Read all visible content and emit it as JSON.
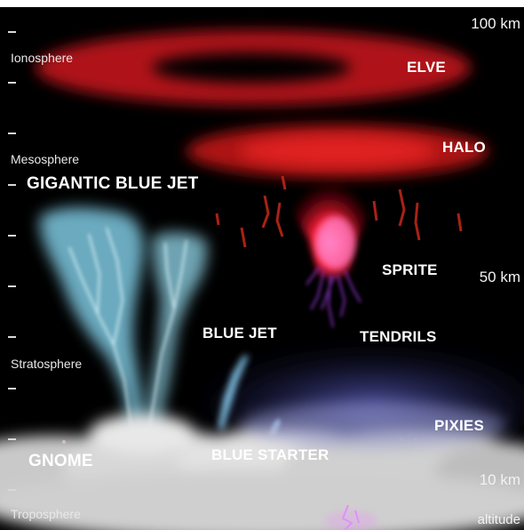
{
  "altitude_labels": {
    "top": "100 km",
    "middle": "50 km",
    "bottom": "10 km",
    "axis": "altitude"
  },
  "layers": {
    "ionosphere": "Ionosphere",
    "mesosphere": "Mesosphere",
    "stratosphere": "Stratosphere",
    "troposphere": "Troposphere"
  },
  "phenomena": {
    "elve": "ELVE",
    "halo": "HALO",
    "gigantic_blue_jet": "GIGANTIC BLUE JET",
    "sprite": "SPRITE",
    "blue_jet": "BLUE JET",
    "tendrils": "TENDRILS",
    "pixies": "PIXIES",
    "gnome": "GNOME",
    "blue_starter": "BLUE STARTER"
  },
  "colors": {
    "sky": "#000000",
    "elve_halo_red": "#d0161a",
    "sprite_red": "#ff1a2e",
    "jet_blue": "#8fe3ff",
    "cloud": "#d9d9d9",
    "lightning": "#e08cff"
  }
}
